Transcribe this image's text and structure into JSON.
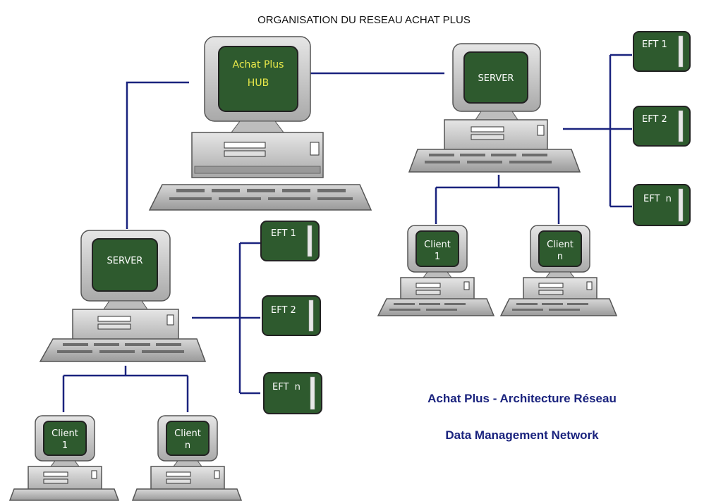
{
  "title": "ORGANISATION DU RESEAU ACHAT PLUS",
  "captions": {
    "line1": "Achat Plus - Architecture Réseau",
    "line2": "Data Management Network"
  },
  "hub": {
    "line1": "Achat Plus",
    "line2": "HUB"
  },
  "server_right": {
    "label": "SERVER"
  },
  "server_left": {
    "label": "SERVER"
  },
  "eft_right": [
    {
      "label": "EFT 1"
    },
    {
      "label": "EFT 2"
    },
    {
      "label": "EFT  n"
    }
  ],
  "eft_left": [
    {
      "label": "EFT 1"
    },
    {
      "label": "EFT 2"
    },
    {
      "label": "EFT  n"
    }
  ],
  "clients_right": [
    {
      "line1": "Client",
      "line2": "1"
    },
    {
      "line1": "Client",
      "line2": "n"
    }
  ],
  "clients_left": [
    {
      "line1": "Client",
      "line2": "1"
    },
    {
      "line1": "Client",
      "line2": "n"
    }
  ],
  "colors": {
    "screen": "#2e5a2e",
    "hub_text": "#e8e84a",
    "connector": "#1a237e",
    "caption": "#1a237e",
    "casing": "#c0c0c0"
  }
}
